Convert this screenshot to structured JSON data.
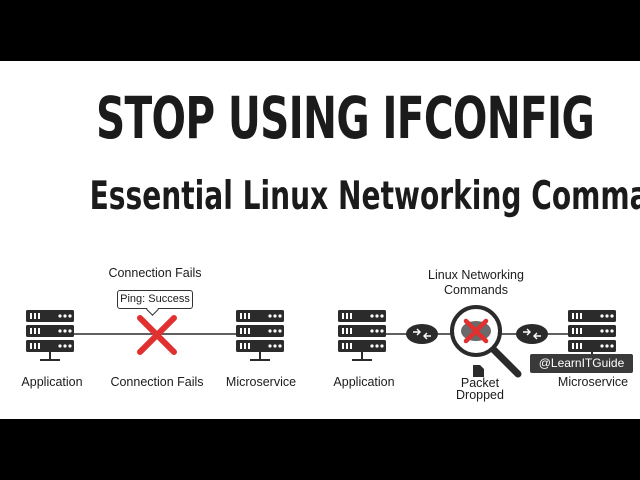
{
  "title": "STOP USING IFCONFIG",
  "subtitle": "Essential Linux Networking Commands",
  "left_diagram": {
    "heading": "Connection Fails",
    "tooltip": "Ping: Success",
    "source_label": "Application",
    "middle_label": "Connection Fails",
    "target_label": "Microservice"
  },
  "right_diagram": {
    "heading_line1": "Linux Networking",
    "heading_line2": "Commands",
    "source_label": "Application",
    "drop_label_line1": "Packet",
    "drop_label_line2": "Dropped",
    "target_label": "Microservice"
  },
  "watermark": "@LearnITGuide",
  "colors": {
    "frame": "#000000",
    "panel": "#ffffff",
    "ink": "#1b1b1b",
    "fail_red": "#e03030",
    "router": "#2b2b2b"
  },
  "icons": [
    "server-rack-icon",
    "router-icon",
    "magnifier-icon",
    "fail-x-icon",
    "packet-icon"
  ]
}
